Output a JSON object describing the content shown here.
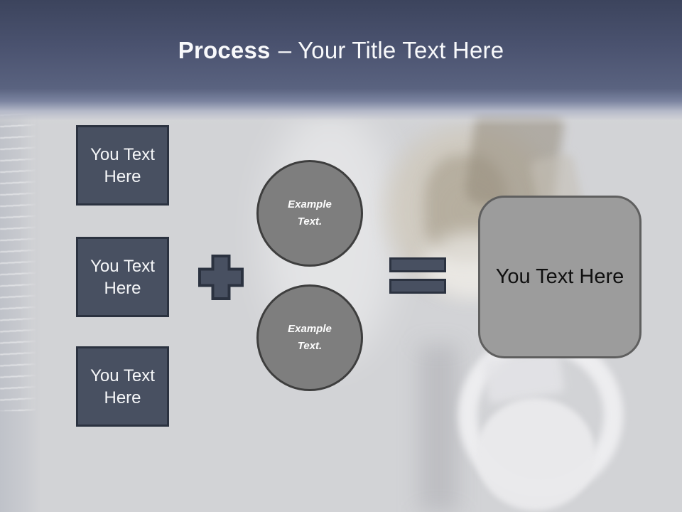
{
  "header": {
    "title_primary": "Process",
    "title_secondary": "– Your Title Text Here"
  },
  "diagram": {
    "input_boxes": [
      {
        "label": "You Text Here"
      },
      {
        "label": "You Text Here"
      },
      {
        "label": "You Text Here"
      }
    ],
    "operators": [
      {
        "icon": "plus-icon"
      },
      {
        "icon": "equals-icon"
      }
    ],
    "example_circles": [
      {
        "label": "Example Text."
      },
      {
        "label": "Example Text."
      }
    ],
    "result_box": {
      "label": "You Text Here"
    }
  },
  "colors": {
    "header_top": "#3c445d",
    "header_mid": "#5a6380",
    "slate_shape_fill": "#485061",
    "slate_shape_border": "#2b3240",
    "circle_fill": "#7e7e7e",
    "circle_border": "#3e3e3e",
    "result_fill": "#9c9c9c",
    "result_border": "#5f5f5f",
    "background": "#d2d3d6",
    "title_text": "#f8f9fb"
  }
}
